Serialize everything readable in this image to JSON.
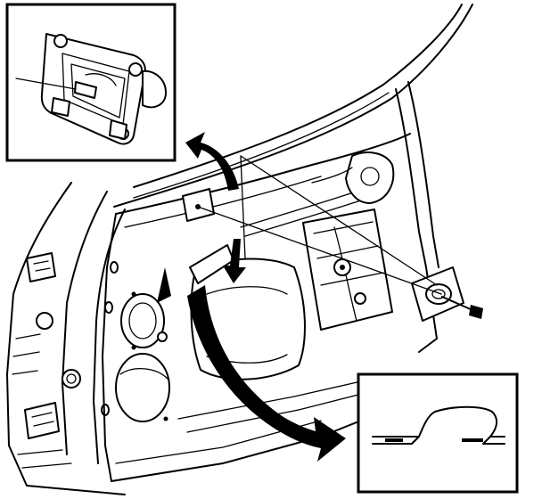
{
  "diagram": {
    "kind": "exploded-view illustration",
    "colors": {
      "ink": "#000000",
      "paper": "#ffffff"
    },
    "parts": [
      {
        "name": "door-frame",
        "icon": "vehicle-door-icon"
      },
      {
        "name": "door-inner-panel",
        "icon": "panel-icon"
      },
      {
        "name": "speaker-openings",
        "icon": "speaker-icon"
      },
      {
        "name": "window-regulator",
        "icon": "regulator-icon"
      },
      {
        "name": "mirror-bracket",
        "icon": "bracket-icon"
      },
      {
        "name": "mounting-bolt",
        "icon": "bolt-icon"
      }
    ],
    "callouts": [
      {
        "name": "inset-top-left",
        "icon": "detail-inset-icon"
      },
      {
        "name": "inset-bottom-right",
        "icon": "detail-inset-icon"
      }
    ],
    "arrows": [
      {
        "name": "arrow-up-left",
        "icon": "curved-arrow-icon"
      },
      {
        "name": "arrow-down-right",
        "icon": "curved-arrow-icon"
      }
    ]
  }
}
